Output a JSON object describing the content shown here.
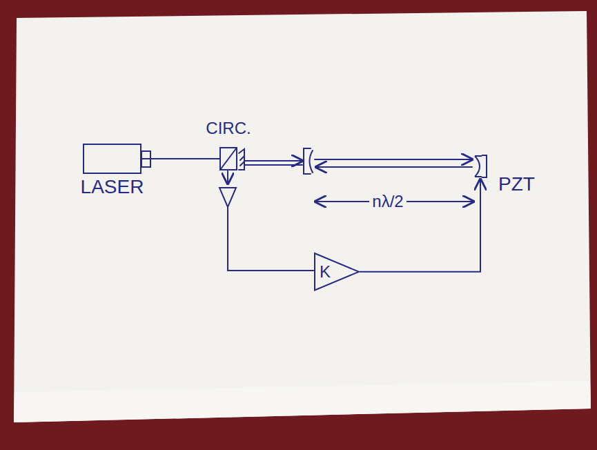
{
  "diagram": {
    "nodes": [
      {
        "text": [
          "LASER"
        ]
      },
      {
        "text": [
          "CIRC."
        ]
      },
      {
        "text": [
          "PZT"
        ]
      },
      {
        "text": [
          "K"
        ]
      }
    ],
    "edges": [
      {
        "from": 0,
        "to": 1,
        "arrow": "none"
      },
      {
        "from": 3,
        "to": 2,
        "arrow": "to"
      }
    ],
    "labels": [
      "nλ/2"
    ]
  }
}
